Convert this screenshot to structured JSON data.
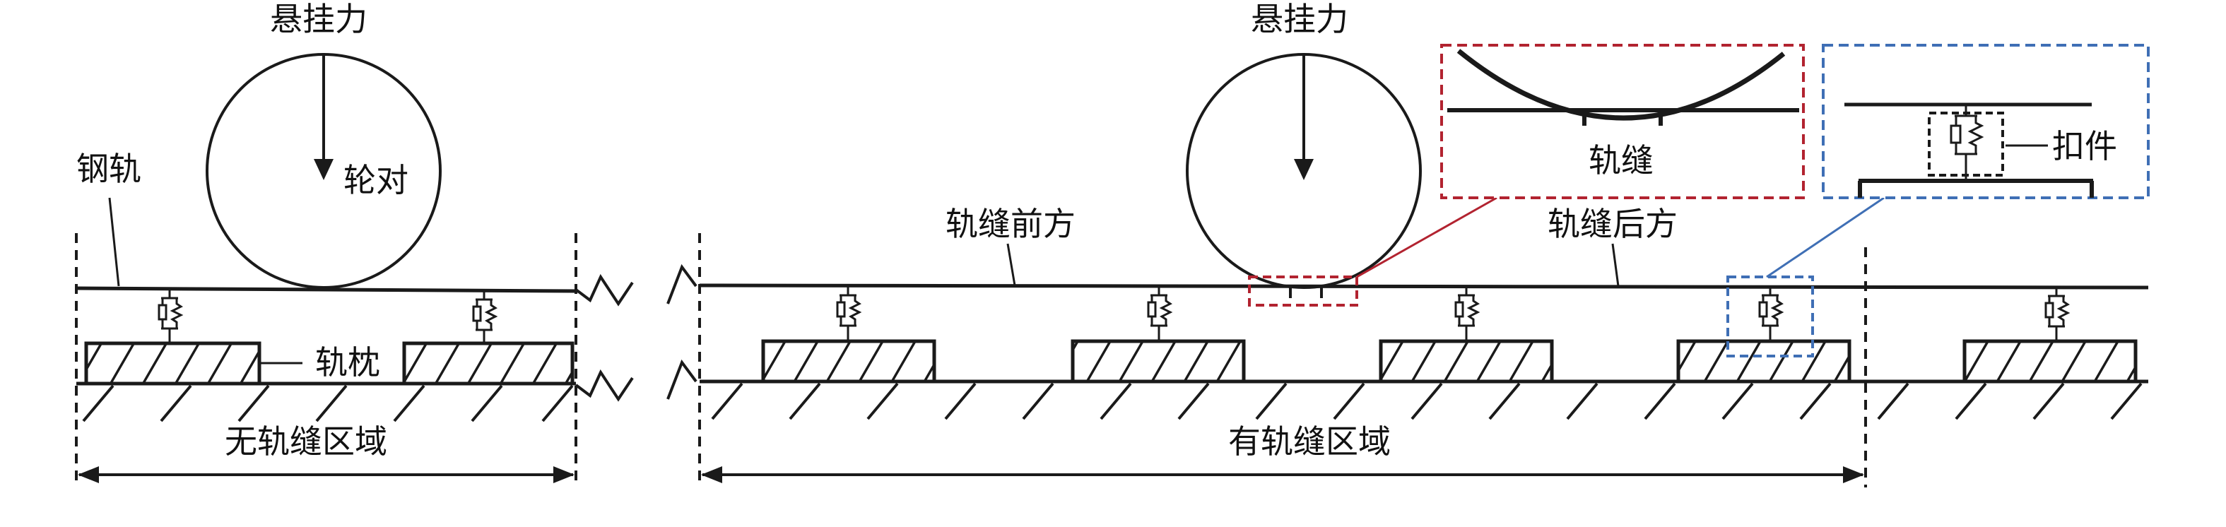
{
  "labels": {
    "suspension_force_left": "悬挂力",
    "suspension_force_right": "悬挂力",
    "wheelset": "轮对",
    "rail": "钢轨",
    "sleeper": "轨枕",
    "no_joint_zone": "无轨缝区域",
    "joint_zone": "有轨缝区域",
    "before_joint": "轨缝前方",
    "after_joint": "轨缝后方",
    "rail_joint": "轨缝",
    "fastener": "扣件"
  },
  "colors": {
    "line": "#1a1a1a",
    "joint_box": "#b22330",
    "fastener_box": "#3f6fb5"
  }
}
